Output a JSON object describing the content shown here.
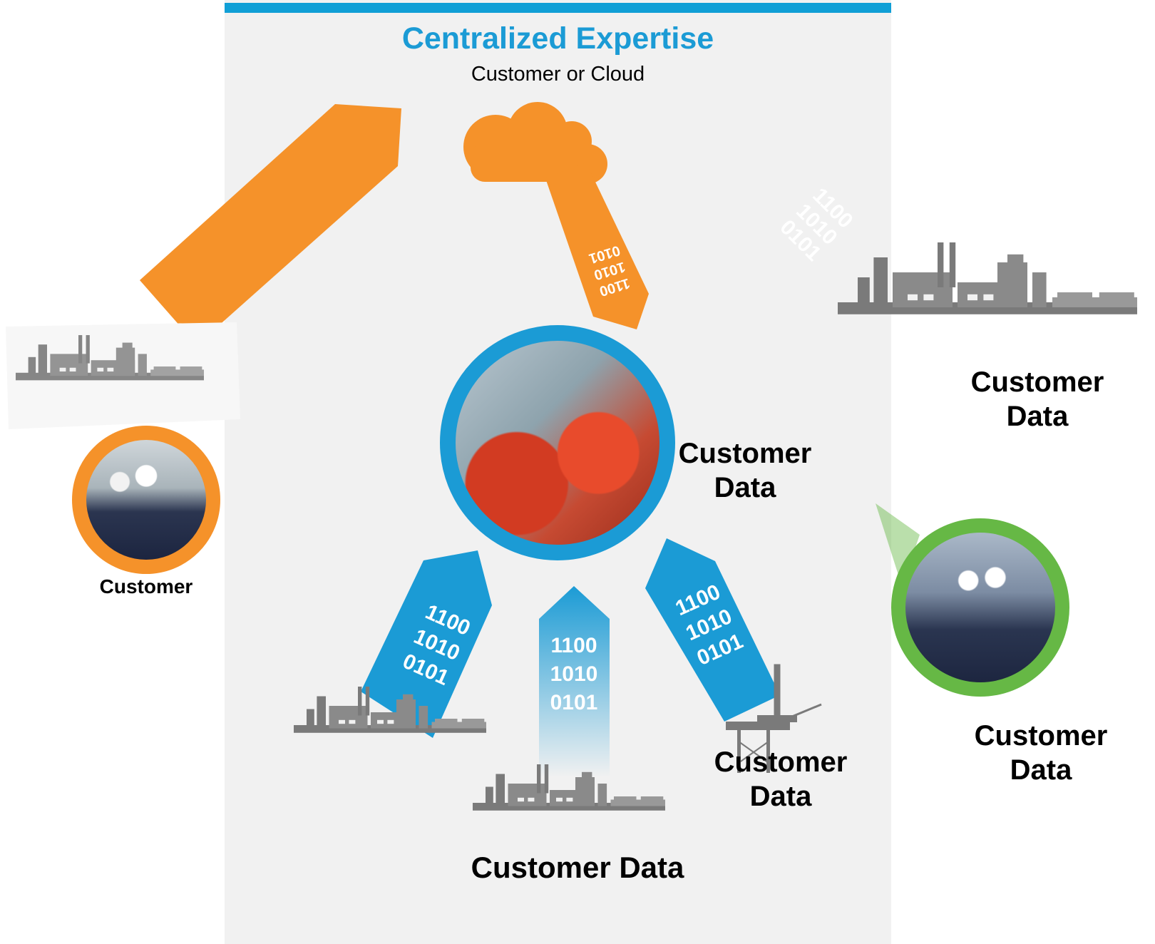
{
  "header": {
    "title": "Centralized Expertise",
    "subtitle": "Customer or Cloud"
  },
  "colors": {
    "accent_blue": "#1b9bd5",
    "arrow_orange": "#f5922a",
    "ring_green": "#66b845",
    "panel_gray": "#f1f1f1",
    "plant_gray": "#777777"
  },
  "binary": {
    "line1": "1100",
    "line2": "1010",
    "line3": "0101"
  },
  "labels": {
    "customer": "Customer",
    "center_data": "Customer\nData",
    "right_top_data": "Customer\nData",
    "right_bottom_data": "Customer\nData",
    "bottom_right_data": "Customer\nData",
    "bottom_center_data": "Customer Data"
  },
  "icons": {
    "cloud": "cloud-icon",
    "plant": "industrial-plant-icon",
    "offshore": "offshore-platform-icon",
    "photo_center": "control-room-photo",
    "photo_left": "workers-photo",
    "photo_right": "engineers-photo"
  }
}
